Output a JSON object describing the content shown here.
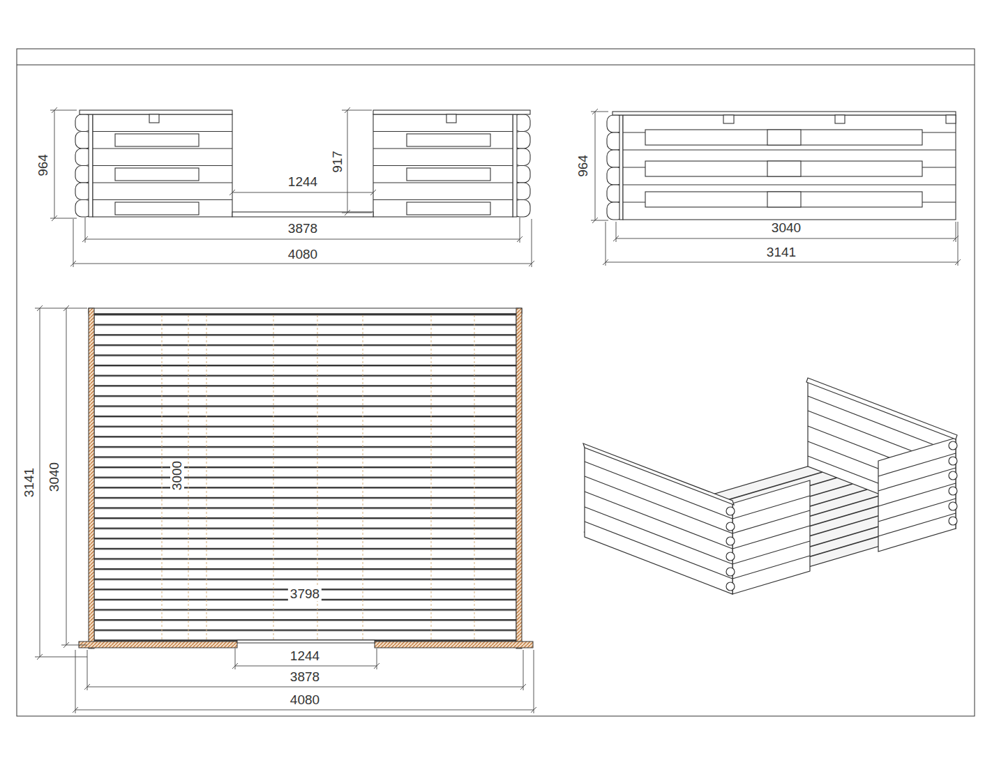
{
  "diagram": {
    "labels": [
      "964",
      "1244",
      "917",
      "3878",
      "4080",
      "964",
      "3040",
      "3141",
      "3141",
      "3040",
      "3000",
      "3798",
      "1244",
      "3878",
      "4080"
    ]
  }
}
